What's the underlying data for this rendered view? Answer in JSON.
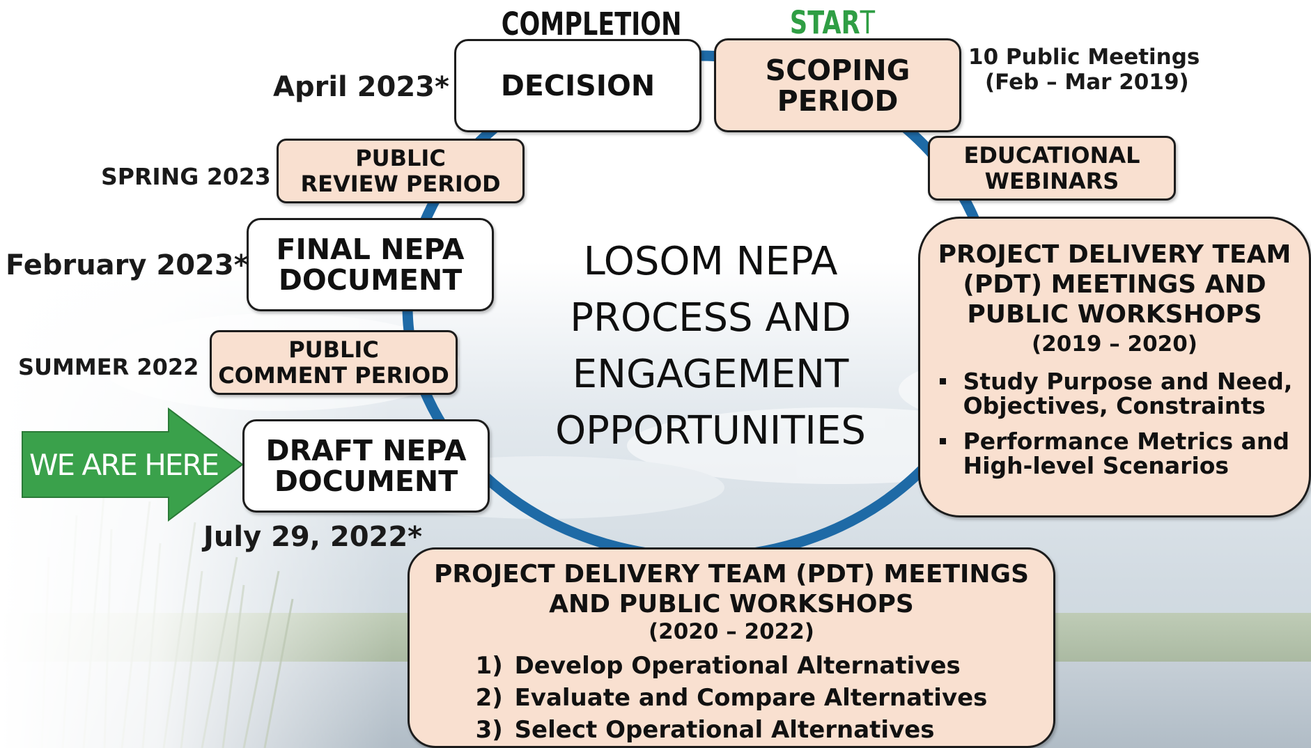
{
  "header": {
    "completion": "COMPLETION",
    "start_part1": "STAR",
    "start_part2": "T"
  },
  "center_title": {
    "line1": "LOSOM NEPA",
    "line2": "PROCESS AND",
    "line3": "ENGAGEMENT",
    "line4": "OPPORTUNITIES"
  },
  "steps": {
    "decision": {
      "line1": "DECISION"
    },
    "scoping": {
      "line1": "SCOPING",
      "line2": "PERIOD"
    },
    "webinars": {
      "line1": "EDUCATIONAL",
      "line2": "WEBINARS"
    },
    "pdt_right": {
      "line1": "PROJECT DELIVERY TEAM",
      "line2": "(PDT) MEETINGS AND",
      "line3": "PUBLIC WORKSHOPS",
      "years": "(2019 – 2020)",
      "bullets": [
        {
          "line1": "Study Purpose and Need,",
          "line2": "Objectives, Constraints"
        },
        {
          "line1": "Performance Metrics and",
          "line2": "High-level Scenarios"
        }
      ]
    },
    "pdt_bottom": {
      "line1": "PROJECT DELIVERY TEAM (PDT) MEETINGS",
      "line2": "AND PUBLIC WORKSHOPS",
      "years": "(2020 – 2022)",
      "items": [
        {
          "num": "1)",
          "text": "Develop Operational Alternatives"
        },
        {
          "num": "2)",
          "text": "Evaluate and Compare Alternatives"
        },
        {
          "num": "3)",
          "text": "Select Operational Alternatives"
        }
      ]
    },
    "draft": {
      "line1": "DRAFT NEPA",
      "line2": "DOCUMENT"
    },
    "public_comment": {
      "line1": "PUBLIC",
      "line2": "COMMENT PERIOD"
    },
    "final": {
      "line1": "FINAL NEPA",
      "line2": "DOCUMENT"
    },
    "public_review": {
      "line1": "PUBLIC",
      "line2": "REVIEW PERIOD"
    }
  },
  "dates": {
    "decision": "April 2023*",
    "public_review": "SPRING 2023",
    "final": "February 2023*",
    "public_comment": "SUMMER 2022",
    "draft": "July 29, 2022*",
    "scoping_line1": "10 Public Meetings",
    "scoping_line2": "(Feb – Mar 2019)"
  },
  "arrow": {
    "label": "WE ARE HERE"
  },
  "colors": {
    "box_fill": "#f9e0d0",
    "cycle_line": "#1e6aa6",
    "arrow_fill": "#3aa14b",
    "start_text": "#2f9e44"
  }
}
